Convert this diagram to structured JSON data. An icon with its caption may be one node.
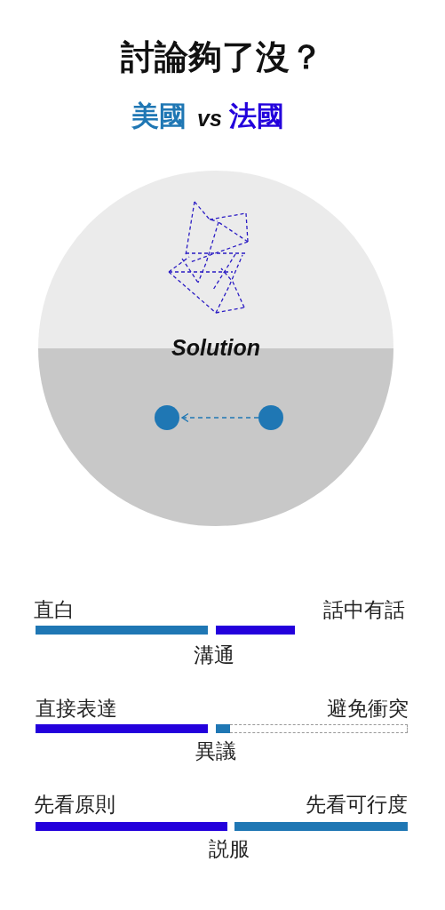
{
  "diagram": {
    "title": "討論夠了沒？",
    "nodes": [
      {
        "text": [
          "Solution"
        ]
      },
      {
        "text": [],
        "shape": "circle",
        "in": 0
      },
      {
        "text": [],
        "shape": "circle",
        "in": 0
      }
    ],
    "edges": [
      {
        "from": 2,
        "to": 1,
        "arrow": "to",
        "style": "dashed"
      }
    ],
    "labels": [
      "美國",
      "vs",
      "法國",
      "直白",
      "話中有話",
      "溝通",
      "直接表達",
      "避免衝突",
      "異議",
      "先看原則",
      "先看可行度",
      "説服"
    ]
  }
}
